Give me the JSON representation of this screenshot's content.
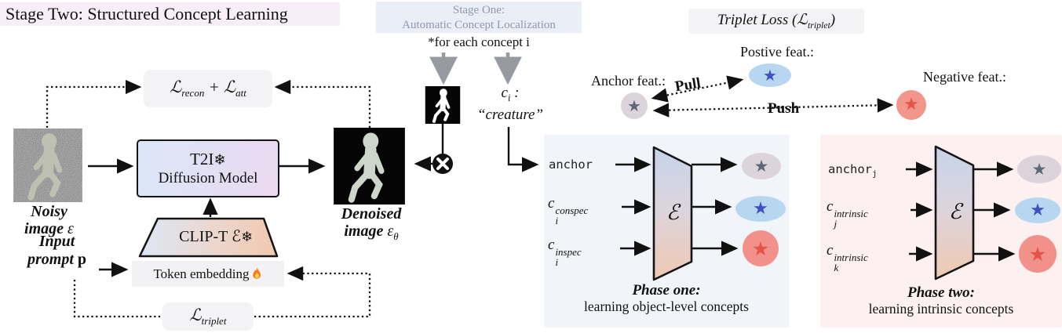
{
  "header": {
    "stage_two_title": "Stage Two: Structured Concept Learning",
    "stage_one_line1": "Stage One:",
    "stage_one_line2": "Automatic Concept Localization",
    "concept_note": "*for each concept i"
  },
  "icons": {
    "freeze": "❄",
    "star": "★",
    "multiply": "⊗",
    "fire": "flame-icon"
  },
  "losses": {
    "script_l": "ℒ",
    "recon_sub": "recon",
    "plus": " + ",
    "att_sub": "att",
    "triplet_sub": "triplet"
  },
  "pipeline": {
    "noisy_line1": "Noisy",
    "noisy_line2": "image ",
    "noisy_sym": "ε",
    "t2i_line1": "T2I",
    "t2i_line2": "Diffusion Model",
    "clip_label": "CLIP-T ℰ",
    "denoised_line1": "Denoised",
    "denoised_line2": "image ",
    "denoised_sym": "ε",
    "denoised_sym_sub": "θ",
    "prompt_line1": "Input",
    "prompt_line2": "prompt ",
    "prompt_bold": "p",
    "token_label": "Token embedding"
  },
  "concept": {
    "c": "c",
    "sub": "i",
    "colon": " :",
    "name": "“creature”"
  },
  "triplet": {
    "title_pre": "Triplet Loss (",
    "title_close": ")",
    "anchor_label": "Anchor feat.:",
    "positive_label": "Postive feat.:",
    "negative_label": "Negative feat.:",
    "pull": "Pull",
    "push": "Push"
  },
  "phase_one": {
    "input_anchor": "anchor",
    "c": "c",
    "c1_sub": "i",
    "c1_sup": "conspec",
    "c2_sub": "i",
    "c2_sup": "inspec",
    "encoder": "ℰ",
    "title": "Phase one:",
    "subtitle": "learning object-level concepts"
  },
  "phase_two": {
    "input_anchor": "anchor",
    "anchor_sub": "j",
    "c": "c",
    "c1_sub": "j",
    "c1_sup": "intrinsic",
    "c2_sub": "k",
    "c2_sup": "intrinsic",
    "encoder": "ℰ",
    "title": "Phase two:",
    "subtitle": "learning intrinsic concepts"
  },
  "colors": {
    "stage_two_bg": "#f7eef8",
    "stage_one_bg": "#e9eef7",
    "stage_one_text": "#8f9aab",
    "panel_phase_one": "#f1f4f9",
    "panel_phase_two": "#fcf1f0",
    "anchor_blob": "#ddd3da",
    "anchor_star": "#5a6878",
    "positive_blob": "#b7d7f1",
    "positive_star": "#4050c2",
    "negative_blob": "#f2968c",
    "negative_star": "#e65348"
  }
}
